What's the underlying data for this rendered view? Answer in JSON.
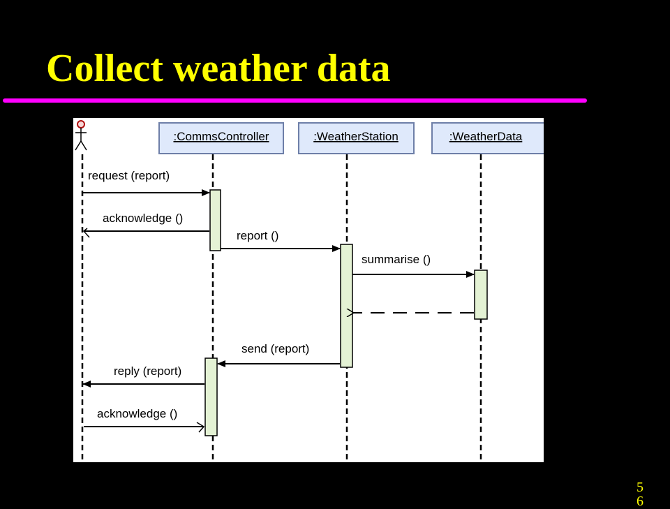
{
  "slide": {
    "title": "Collect weather data",
    "page_number": "56"
  },
  "colors": {
    "background": "#000000",
    "title": "#ffff00",
    "rule": "#ff00ff",
    "object_fill": "#dfe9fb",
    "object_border": "#6e7fa8",
    "activation_fill": "#e4f2d4"
  },
  "diagram": {
    "actor_icon": "stick-figure-icon",
    "objects": [
      ":CommsController",
      ":WeatherStation",
      ":WeatherData"
    ],
    "messages": [
      {
        "label": "request (report)",
        "from": "actor",
        "to": ":CommsController",
        "kind": "call"
      },
      {
        "label": "acknowledge ()",
        "from": ":CommsController",
        "to": "actor",
        "kind": "return"
      },
      {
        "label": "report ()",
        "from": ":CommsController",
        "to": ":WeatherStation",
        "kind": "call"
      },
      {
        "label": "summarise ()",
        "from": ":WeatherStation",
        "to": ":WeatherData",
        "kind": "call"
      },
      {
        "label": "",
        "from": ":WeatherData",
        "to": ":WeatherStation",
        "kind": "dashed-return"
      },
      {
        "label": "send (report)",
        "from": ":WeatherStation",
        "to": ":CommsController",
        "kind": "call"
      },
      {
        "label": "reply (report)",
        "from": ":CommsController",
        "to": "actor",
        "kind": "call"
      },
      {
        "label": "acknowledge ()",
        "from": "actor",
        "to": ":CommsController",
        "kind": "return"
      }
    ]
  }
}
